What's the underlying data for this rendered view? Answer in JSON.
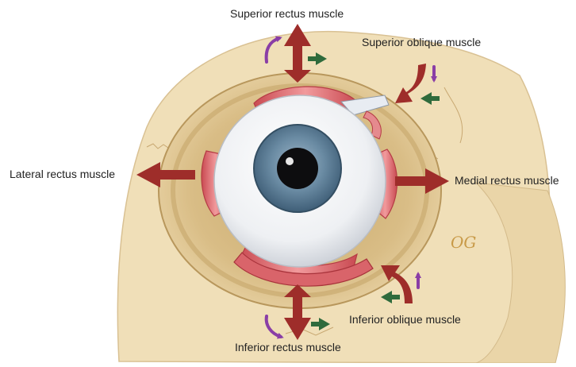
{
  "labels": {
    "superior_rectus": "Superior rectus muscle",
    "superior_oblique": "Superior oblique muscle",
    "lateral_rectus": "Lateral rectus muscle",
    "medial_rectus": "Medial rectus muscle",
    "inferior_oblique": "Inferior oblique muscle",
    "inferior_rectus": "Inferior rectus muscle"
  },
  "signature": "OG",
  "colors": {
    "bone": "#f0dfb8",
    "orbit_socket": "#d9bd86",
    "muscle": "#d9646a",
    "sclera": "#f4f4f6",
    "iris": "#5b7f98",
    "pupil": "#0d0d0f",
    "primary_arrow": "#9e2d2a",
    "purple_arrow": "#8a3ea6",
    "green_arrow": "#2f6b3c",
    "signature": "#c89a48"
  },
  "icons": [
    "primary-action-arrow",
    "rotation-arrow",
    "secondary-action-arrow"
  ]
}
